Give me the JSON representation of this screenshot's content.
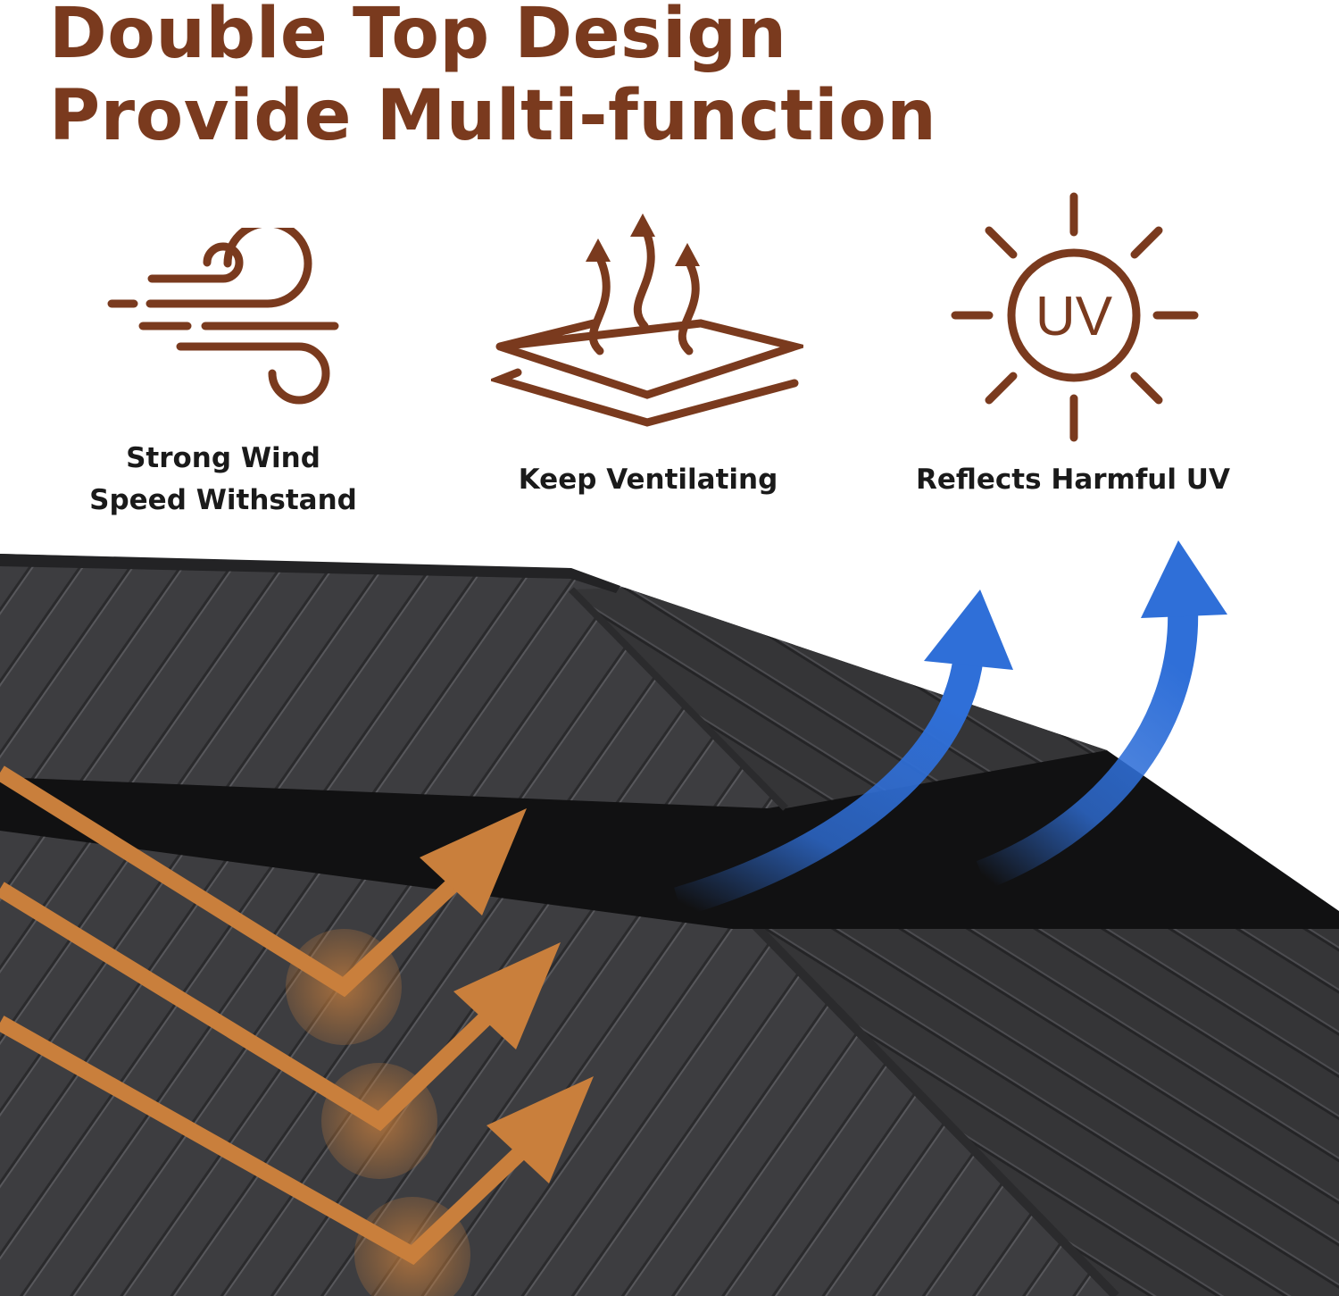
{
  "headline": {
    "line1": "Double Top Design",
    "line2": "Provide Multi-function"
  },
  "features": [
    {
      "icon": "wind-icon",
      "label_line1": "Strong Wind",
      "label_line2": "Speed Withstand"
    },
    {
      "icon": "ventilation-icon",
      "label_line1": "Keep Ventilating"
    },
    {
      "icon": "sun-uv-icon",
      "label_line1": "Reflects Harmful UV",
      "icon_text": "UV"
    }
  ],
  "colors": {
    "brand_brown": "#7a3a1e",
    "wind_arrow_orange": "#c97f3c",
    "airflow_arrow_blue": "#2f6fd8",
    "roof_dark": "#3a3a3c"
  }
}
